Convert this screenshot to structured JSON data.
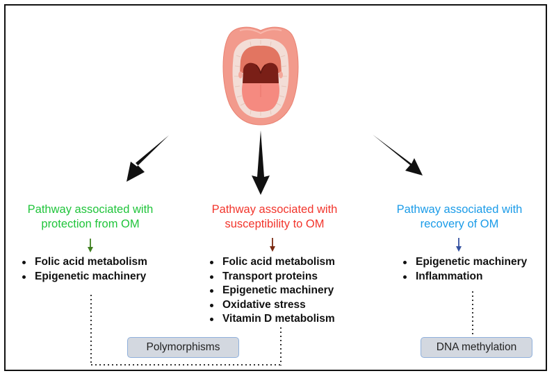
{
  "diagram": {
    "center_image": "open-mouth-oral-cavity",
    "pathways": [
      {
        "title_line1": "Pathway associated with",
        "title_line2": "protection from OM",
        "color": "#1fc43a",
        "arrow_color": "#3f7f20",
        "items": [
          "Folic acid metabolism",
          "Epigenetic machinery"
        ]
      },
      {
        "title_line1": "Pathway associated with",
        "title_line2": "susceptibility to OM",
        "color": "#f2352c",
        "arrow_color": "#7a2a12",
        "items": [
          "Folic acid metabolism",
          "Transport proteins",
          "Epigenetic machinery",
          "Oxidative stress",
          "Vitamin D metabolism"
        ]
      },
      {
        "title_line1": "Pathway associated with",
        "title_line2": "recovery of OM",
        "color": "#1a9be8",
        "arrow_color": "#3552a0",
        "items": [
          "Epigenetic machinery",
          "Inflammation"
        ]
      }
    ],
    "mechanisms": {
      "polymorphisms": "Polymorphisms",
      "dna_methylation": "DNA methylation"
    }
  }
}
